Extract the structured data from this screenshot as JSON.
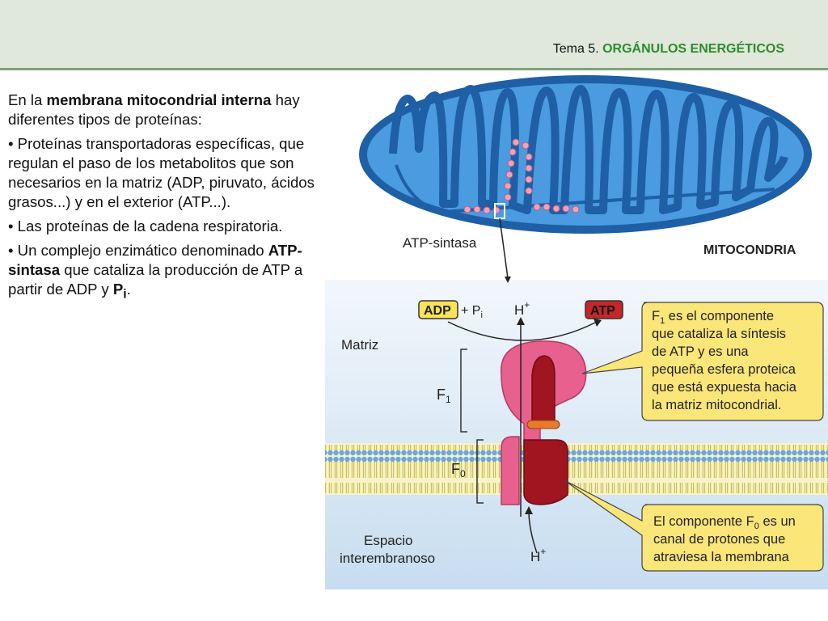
{
  "header": {
    "topic_prefix": "Tema 5.",
    "topic_title": "ORGÁNULOS ENERGÉTICOS"
  },
  "intro": {
    "p1_a": "En la ",
    "p1_b": "membrana mitocondrial interna",
    "p1_c": " hay diferentes tipos de proteínas:",
    "bullet1": "• Proteínas transportadoras específicas, que regulan el paso de los metabolitos que son necesarios en la matriz (ADP, piruvato, ácidos grasos...) y en el exterior (ATP...).",
    "bullet2": "• Las proteínas de la cadena respiratoria.",
    "bullet3_a": "• Un complejo enzimático denominado ",
    "bullet3_b": "ATP-sintasa",
    "bullet3_c": " que cataliza la producción de ATP a partir de ADP y ",
    "bullet3_d": "P",
    "bullet3_sub": "i",
    "bullet3_e": "."
  },
  "figure": {
    "atp_synthase_label": "ATP-sintasa",
    "mitochondria_label": "MITOCONDRIA",
    "adp": "ADP",
    "plus": "+ P",
    "pi_sub": "i",
    "h_plus": "H",
    "sup_plus": "+",
    "atp": "ATP",
    "matriz": "Matriz",
    "f": "F",
    "f1_sub": "1",
    "f0_sub": "0",
    "espacio": "Espacio",
    "interembranoso": "interembranoso",
    "f1_box": {
      "line1_a": "F",
      "line1_sub": "1",
      "line1_b": " es el componente",
      "line2": "que cataliza la síntesis",
      "line3": "de ATP y es una",
      "line4": "pequeña esfera proteica",
      "line5": "que está expuesta hacia",
      "line6": "la matriz mitocondrial."
    },
    "f0_box": {
      "line1_a": "El componente F",
      "line1_sub": "0",
      "line1_b": " es un",
      "line2": "canal de protones que",
      "line3": "atraviesa la membrana"
    },
    "colors": {
      "membrane_blue": "#2a6fb6",
      "matrix_blue": "#3a8fd6",
      "pink": "#e8608d",
      "dark_red": "#a01520",
      "yellow_box": "#fbe679",
      "atp_red": "#c4262a"
    }
  }
}
